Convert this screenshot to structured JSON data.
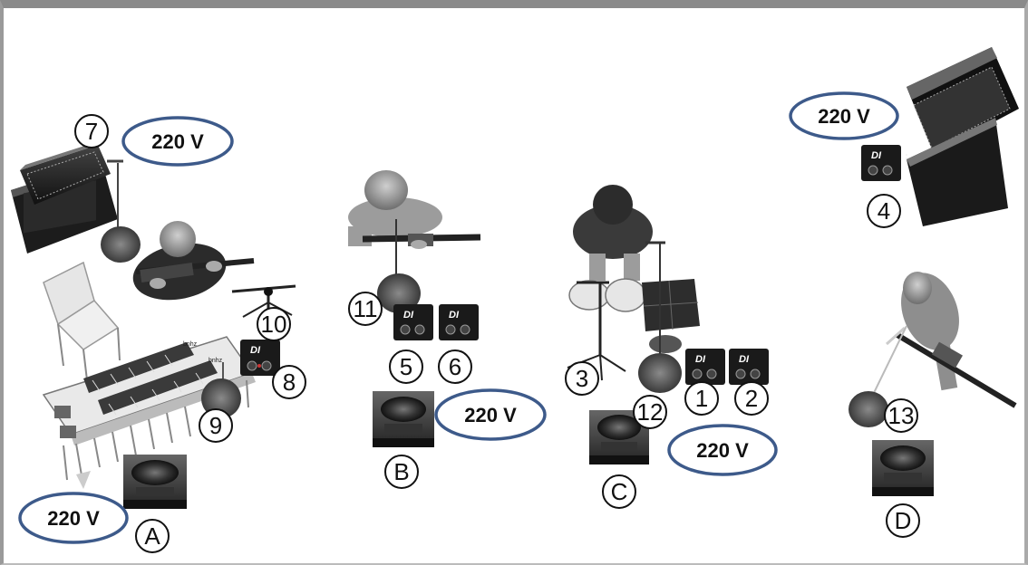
{
  "voltage_badges": [
    {
      "id": "v-top-left",
      "text": "220 V"
    },
    {
      "id": "v-bottom-left",
      "text": "220 V"
    },
    {
      "id": "v-center-left",
      "text": "220 V"
    },
    {
      "id": "v-center-right",
      "text": "220 V"
    },
    {
      "id": "v-top-right",
      "text": "220 V"
    }
  ],
  "channel_numbers": [
    "1",
    "2",
    "3",
    "4",
    "5",
    "6",
    "7",
    "8",
    "9",
    "10",
    "11",
    "12",
    "13"
  ],
  "monitor_letters": [
    "A",
    "B",
    "C",
    "D"
  ],
  "di_label": "DI",
  "colors": {
    "badge_outline": "#3d5a8a",
    "equipment_dark": "#1a1a1a",
    "equipment_gray": "#8c8c8c",
    "person_gray": "#9a9a9a"
  }
}
